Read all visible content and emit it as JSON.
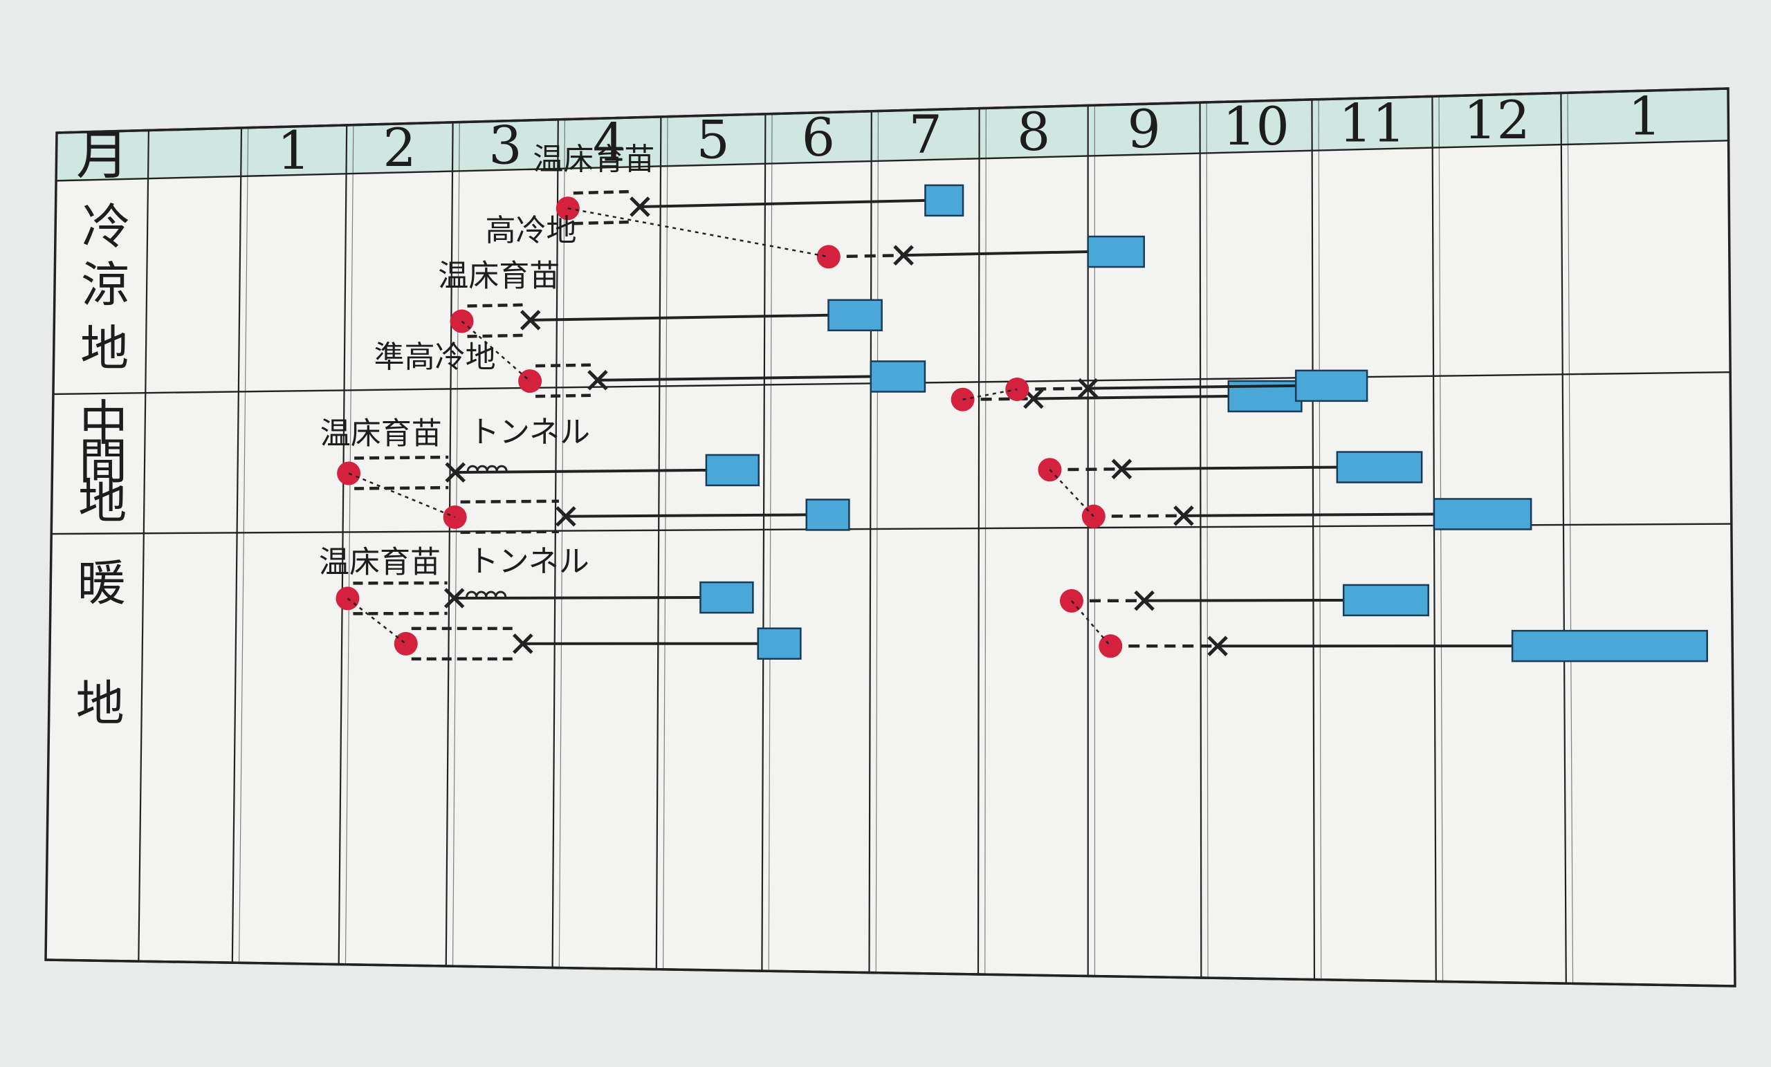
{
  "header": {
    "month_label": "月",
    "months": [
      "1",
      "2",
      "3",
      "4",
      "5",
      "6",
      "7",
      "8",
      "9",
      "10",
      "11",
      "12",
      "1"
    ]
  },
  "regions": [
    {
      "key": "cool",
      "chars": [
        "冷",
        "涼",
        "地"
      ]
    },
    {
      "key": "middle",
      "chars": [
        "中",
        "間",
        "地"
      ]
    },
    {
      "key": "warm",
      "chars": [
        "暖",
        "地"
      ]
    }
  ],
  "annotations": {
    "hotbed_1": "温床育苗",
    "high_cold": "高冷地",
    "hotbed_2": "温床育苗",
    "semi_high_cold": "準高冷地",
    "hotbed_3": "温床育苗",
    "tunnel_1": "トンネル",
    "hotbed_4": "温床育苗",
    "tunnel_2": "トンネル"
  },
  "legend_meaning": {
    "sowing": "red-dot",
    "planting": "cross-mark",
    "harvest": "blue-bar"
  },
  "colors": {
    "header_bg": "#cfe6e1",
    "grid": "#222222",
    "sowing_dot": "#d4213d",
    "harvest_bar": "#4aa8d8",
    "paper": "#f3f3f2"
  },
  "chart_data": {
    "type": "gantt",
    "x_unit": "month",
    "months": [
      "1",
      "2",
      "3",
      "4",
      "5",
      "6",
      "7",
      "8",
      "9",
      "10",
      "11",
      "12",
      "1"
    ],
    "rows": [
      {
        "region": "冷涼地",
        "note": "温床育苗",
        "sow": 4.1,
        "plant": 4.8,
        "harvest": [
          7.5,
          7.85
        ]
      },
      {
        "region": "冷涼地",
        "note": "高冷地",
        "sow": 6.6,
        "plant": 7.3,
        "harvest": [
          9.0,
          9.5
        ]
      },
      {
        "region": "冷涼地",
        "note": "温床育苗",
        "sow": 3.1,
        "plant": 3.75,
        "harvest": [
          6.6,
          7.1
        ]
      },
      {
        "region": "冷涼地",
        "note": "",
        "sow": 7.85,
        "plant": 8.5,
        "harvest": [
          10.25,
          10.9
        ]
      },
      {
        "region": "冷涼地",
        "note": "準高冷地",
        "sow": 3.75,
        "plant": 4.4,
        "harvest": [
          7.0,
          7.5
        ]
      },
      {
        "region": "冷涼地",
        "note": "",
        "sow": 8.35,
        "plant": 9.0,
        "harvest": [
          10.85,
          11.45
        ]
      },
      {
        "region": "中間地",
        "note": "温床育苗 トンネル",
        "sow": 2.05,
        "plant": 3.05,
        "harvest": [
          5.45,
          5.95
        ]
      },
      {
        "region": "中間地",
        "note": "",
        "sow": 3.05,
        "plant": 4.1,
        "harvest": [
          6.4,
          6.8
        ]
      },
      {
        "region": "中間地",
        "note": "",
        "sow": 8.65,
        "plant": 9.3,
        "harvest": [
          11.2,
          11.9
        ]
      },
      {
        "region": "中間地",
        "note": "",
        "sow": 9.05,
        "plant": 9.85,
        "harvest": [
          12.0,
          12.75
        ]
      },
      {
        "region": "暖地",
        "note": "温床育苗 トンネル",
        "sow": 2.05,
        "plant": 3.05,
        "harvest": [
          5.4,
          5.9
        ]
      },
      {
        "region": "暖地",
        "note": "",
        "sow": 2.6,
        "plant": 3.7,
        "harvest": [
          5.95,
          6.35
        ]
      },
      {
        "region": "暖地",
        "note": "",
        "sow": 8.85,
        "plant": 9.5,
        "harvest": [
          11.25,
          11.95
        ]
      },
      {
        "region": "暖地",
        "note": "",
        "sow": 9.2,
        "plant": 10.15,
        "harvest": [
          12.6,
          13.85
        ]
      }
    ]
  }
}
